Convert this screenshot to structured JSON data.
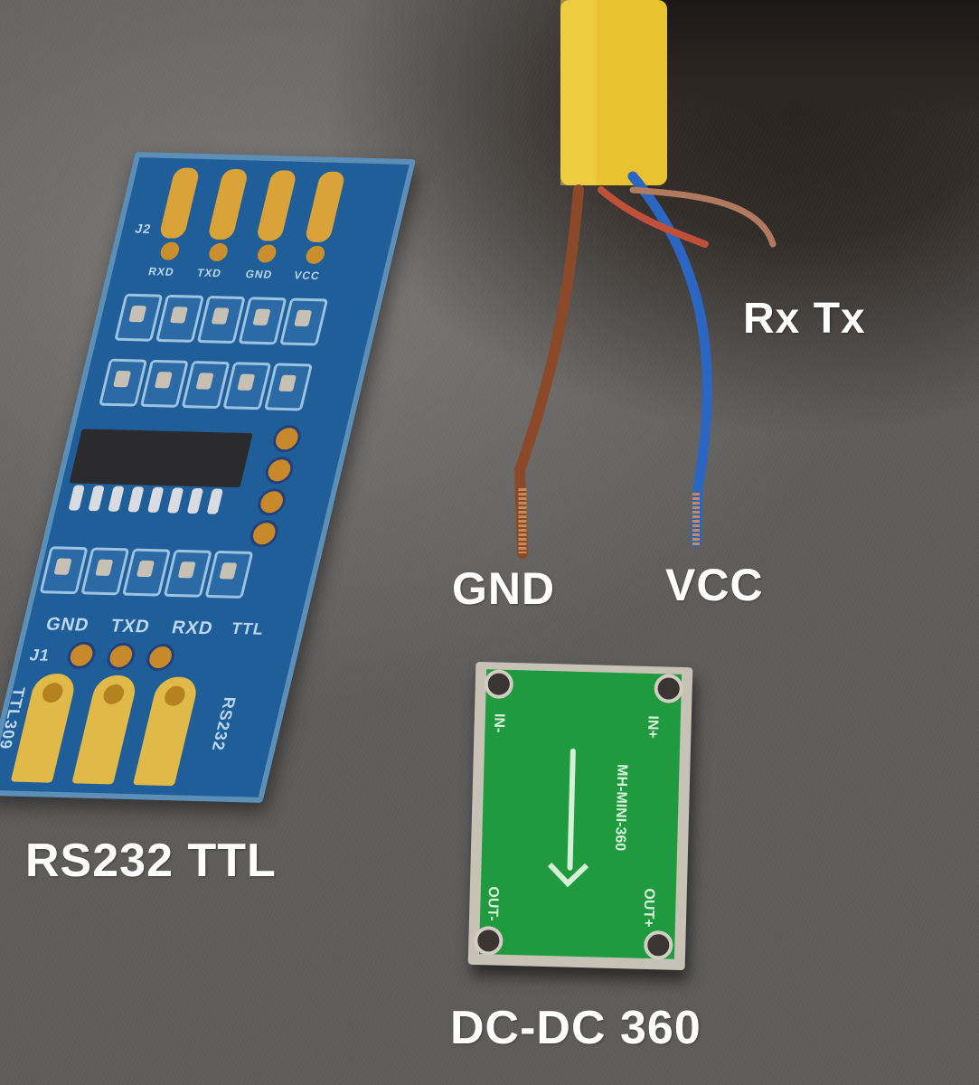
{
  "labels": {
    "rx_tx": "Rx Tx",
    "gnd": "GND",
    "vcc": "VCC",
    "rs232_ttl": "RS232 TTL",
    "dcdc_360": "DC-DC 360"
  },
  "rs232_board": {
    "top_pins": [
      "RXD",
      "TXD",
      "GND",
      "VCC"
    ],
    "top_header": "J2",
    "bottom_pins": [
      "GND",
      "TXD",
      "RXD"
    ],
    "bottom_header": "J1",
    "side_left": "TTL309",
    "side_right": "RS232",
    "side_right_top": "TTL",
    "color": "#1f5e99"
  },
  "dcdc_board": {
    "marking": "MH-MINI-360",
    "pins": {
      "in_minus": "IN-",
      "in_plus": "IN+",
      "out_minus": "OUT-",
      "out_plus": "OUT+"
    },
    "color": "#1f9a3e"
  },
  "cable": {
    "jacket_color": "#e8c230",
    "wire_colors": [
      "#8a4a2a",
      "#2a66c2",
      "#c0503a",
      "#b07a60"
    ]
  }
}
